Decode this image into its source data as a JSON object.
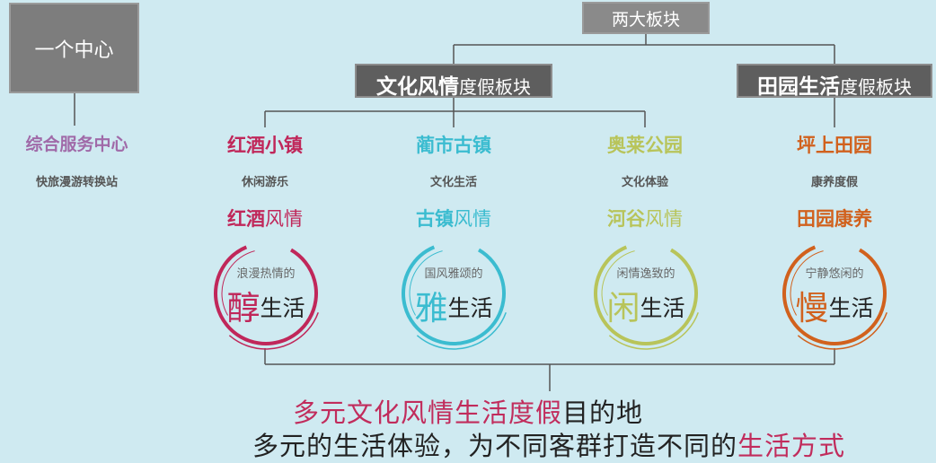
{
  "center": {
    "label": "一个中心"
  },
  "top": {
    "label": "两大板块"
  },
  "regions": [
    {
      "bold": "文化风情",
      "rest": "度假板块"
    },
    {
      "bold": "田园生活",
      "rest": "度假板块"
    }
  ],
  "hub": {
    "title": "综合服务中心",
    "subtitle": "快旅漫游转换站"
  },
  "towns": [
    {
      "name": "红酒小镇",
      "activity": "休闲游乐",
      "theme_a": "红酒",
      "theme_b": "风情",
      "ring_small": "浪漫热情的",
      "ring_big": "醇",
      "ring_rest": "生活",
      "color": "#c0275a"
    },
    {
      "name": "蔺市古镇",
      "activity": "文化生活",
      "theme_a": "古镇",
      "theme_b": "风情",
      "ring_small": "国风雅颂的",
      "ring_big": "雅",
      "ring_rest": "生活",
      "color": "#3bbcd0"
    },
    {
      "name": "奥莱公园",
      "activity": "文化体验",
      "theme_a": "河谷",
      "theme_b": "风情",
      "ring_small": "闲情逸致的",
      "ring_big": "闲",
      "ring_rest": "生活",
      "color": "#b8c45a"
    },
    {
      "name": "坪上田园",
      "activity": "康养度假",
      "theme_a": "田园康养",
      "theme_b": "",
      "ring_small": "宁静悠闲的",
      "ring_big": "慢",
      "ring_rest": "生活",
      "color": "#d1611d"
    }
  ],
  "bottom": {
    "line1_hl": "多元文化风情生活度假",
    "line1_rest": "目的地",
    "line2_a": "多元的生活体验，为不同客群打造不同的",
    "line2_hl": "生活方式"
  }
}
